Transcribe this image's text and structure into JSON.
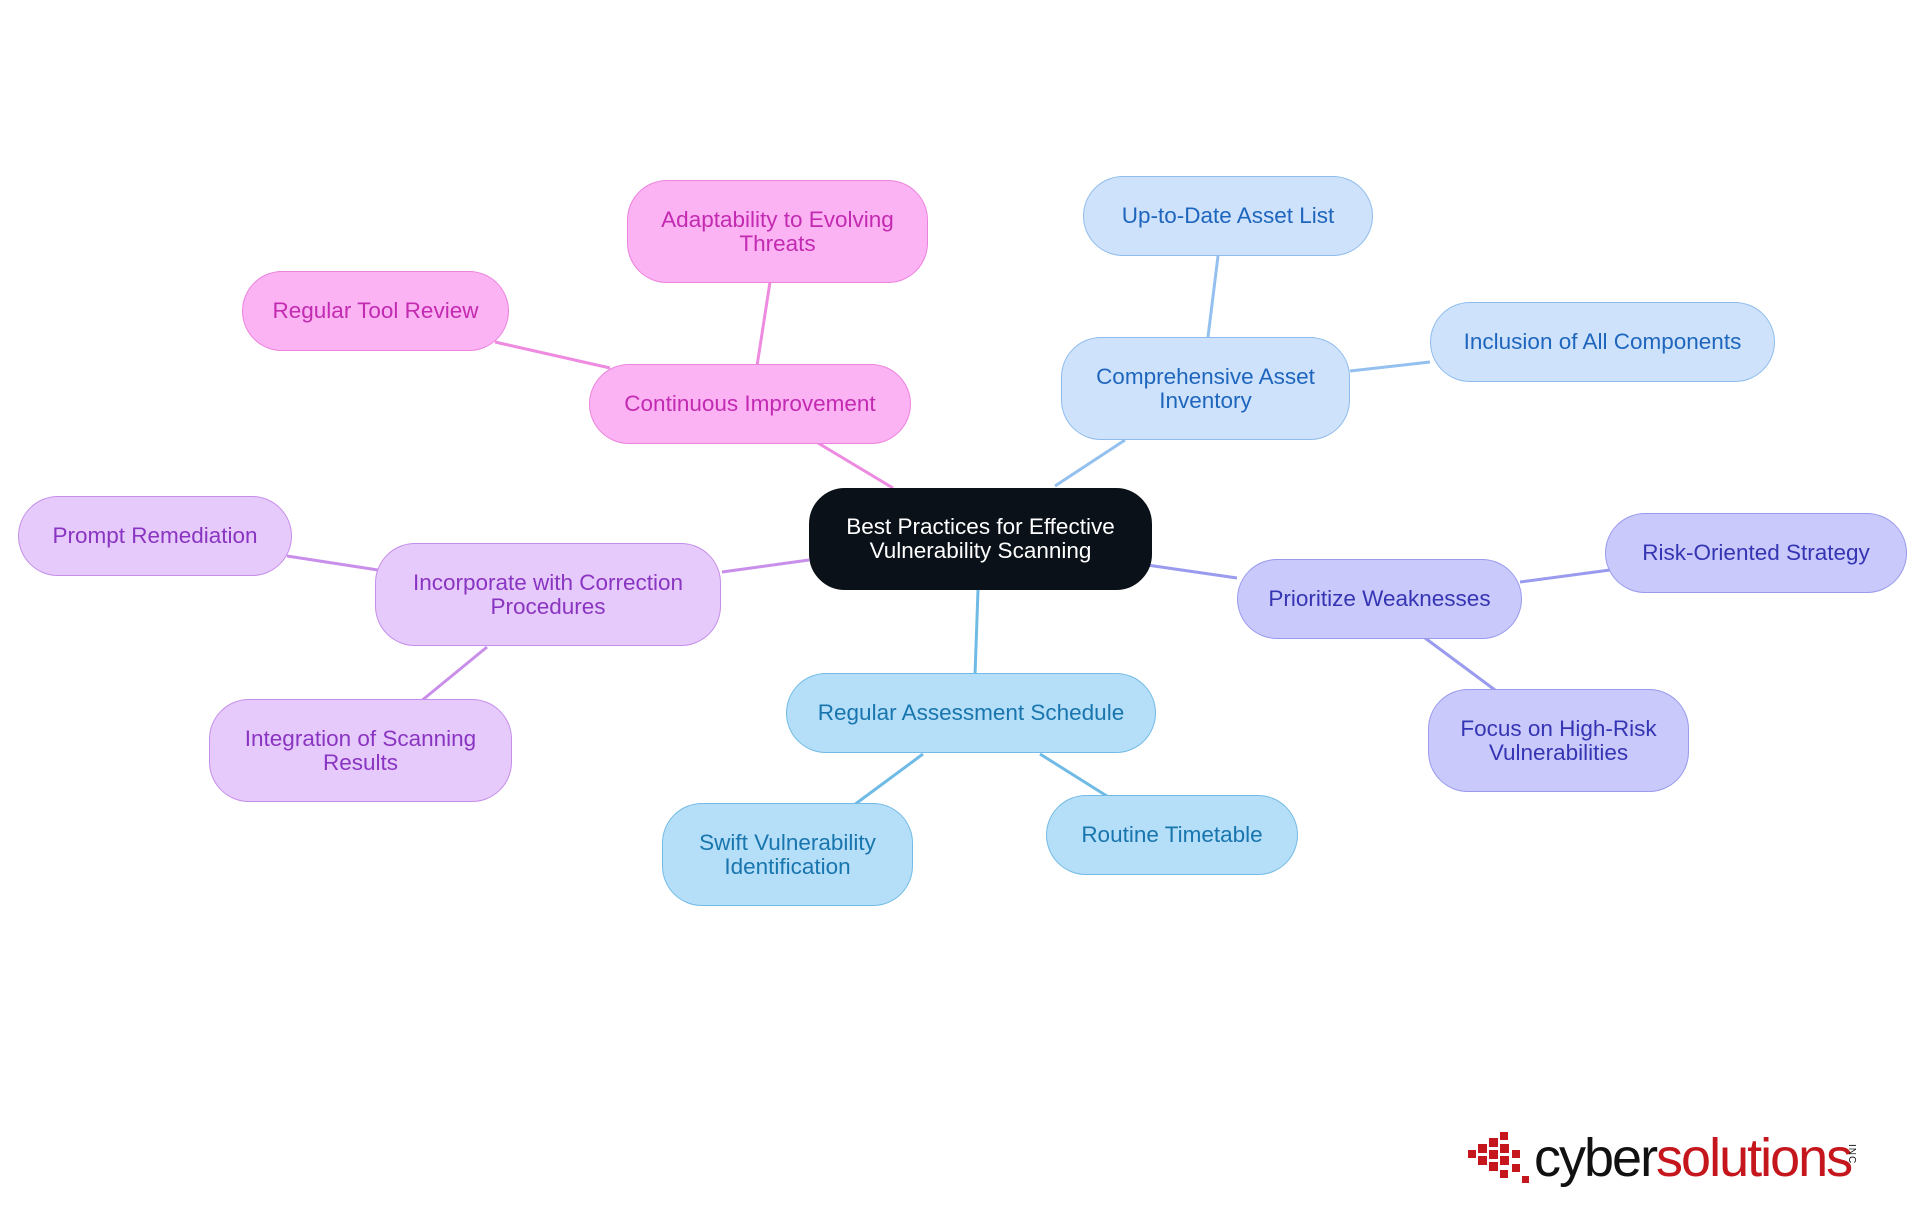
{
  "colors": {
    "root": "#0b1118",
    "asset_edge": "#93c0ee",
    "prio_edge": "#9a9aee",
    "sched_edge": "#6fbbe6",
    "corr_edge": "#c98eea",
    "cont_edge": "#ee8be0",
    "logo_red": "#c4161c"
  },
  "diagram": {
    "root": "Best Practices for Effective\nVulnerability Scanning",
    "branches": {
      "asset_inventory": {
        "label": "Comprehensive Asset\nInventory",
        "children": [
          "Up-to-Date Asset List",
          "Inclusion of All Components"
        ]
      },
      "prioritize": {
        "label": "Prioritize Weaknesses",
        "children": [
          "Risk-Oriented Strategy",
          "Focus on High-Risk\nVulnerabilities"
        ]
      },
      "schedule": {
        "label": "Regular Assessment Schedule",
        "children": [
          "Swift Vulnerability\nIdentification",
          "Routine Timetable"
        ]
      },
      "correction": {
        "label": "Incorporate with Correction\nProcedures",
        "children": [
          "Prompt Remediation",
          "Integration of Scanning\nResults"
        ]
      },
      "continuous": {
        "label": "Continuous Improvement",
        "children": [
          "Adaptability to Evolving\nThreats",
          "Regular Tool Review"
        ]
      }
    }
  },
  "logo": {
    "part1": "cyber",
    "part2": "solutions",
    "suffix": "INC",
    "icon": "red-cubes-logo-icon"
  }
}
